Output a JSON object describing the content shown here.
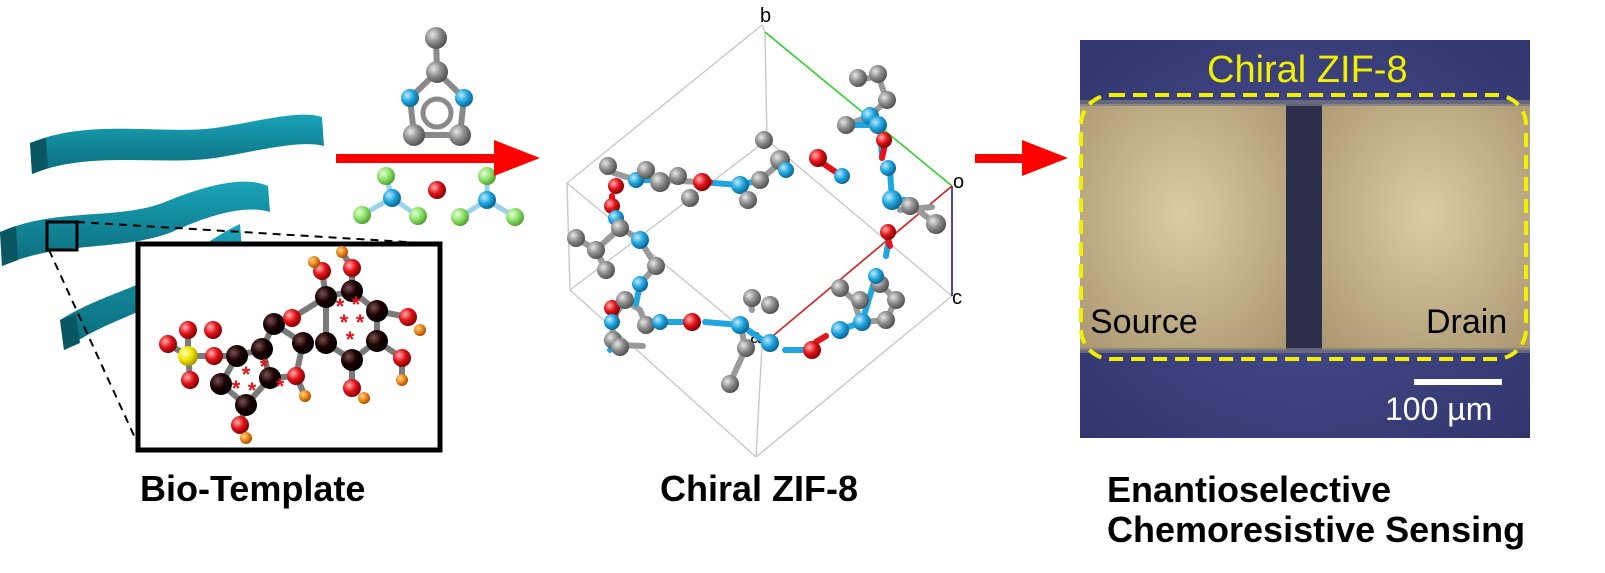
{
  "panels": {
    "bio_template": {
      "caption": "Bio-Template"
    },
    "chiral_zif8": {
      "caption": "Chiral ZIF-8",
      "axis_labels": {
        "b": "b",
        "o": "o",
        "c": "c",
        "a": "a"
      }
    },
    "sensing": {
      "caption_line1": "Enantioselective",
      "caption_line2": "Chemoresistive Sensing",
      "micrograph_title": "Chiral ZIF-8",
      "source_label": "Source",
      "drain_label": "Drain",
      "scale_bar_label": "100 µm"
    }
  },
  "colors": {
    "ribbon": "#1e8fa2",
    "arrow": "#ff0000",
    "nitrogen": "#1fa6df",
    "carbon": "#8c8c8c",
    "oxygen": "#e2131a",
    "fluorine": "#8ee36a",
    "dark_carbon": "#1a0000",
    "hydrogen": "#ef8a18",
    "sulfur": "#f2e600",
    "substrate": "#3a3f7d",
    "electrode": "#cbb993",
    "highlight_dash": "#f0f000",
    "star": "#e2131a"
  },
  "icons": [
    "right-arrow-icon"
  ]
}
